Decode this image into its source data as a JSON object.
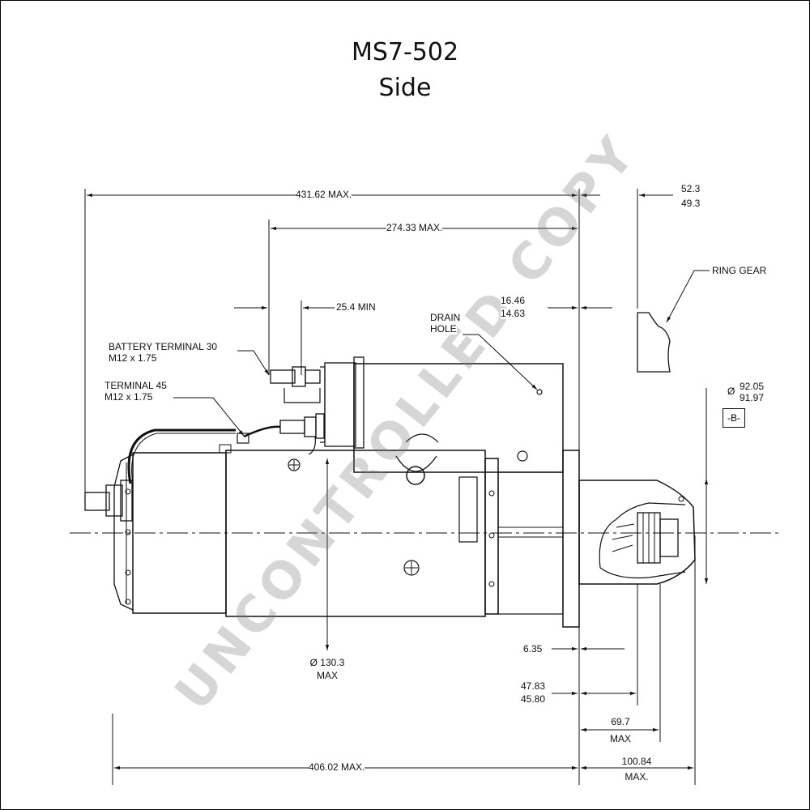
{
  "title": "MS7-502",
  "subtitle": "Side",
  "watermark": "UNCONTROLLED COPY",
  "datum_box": "-B-",
  "labels": {
    "overall_length": "431.62 MAX.",
    "solenoid_length": "274.33 MAX.",
    "min_25": "25.4 MIN",
    "ring_52": "52.3",
    "ring_49": "49.3",
    "ring_gear": "RING GEAR",
    "flange_a": "16.46",
    "flange_b": "14.63",
    "drain_1": "DRAIN",
    "drain_2": "HOLE",
    "battery_1": "BATTERY TERMINAL 30",
    "battery_2": "M12 x 1.75",
    "terminal45_1": "TERMINAL 45",
    "terminal45_2": "M12 x 1.75",
    "pilot_1": "92.05",
    "pilot_2": "91.97",
    "dia_prefix": "Ø",
    "body_dia_1": "Ø 130.3",
    "body_dia_2": "MAX",
    "d635": "6.35",
    "d4783": "47.83",
    "d4580": "45.80",
    "d697_1": "69.7",
    "d697_2": "MAX",
    "d10084_1": "100.84",
    "d10084_2": "MAX.",
    "d40602": "406.02 MAX."
  }
}
